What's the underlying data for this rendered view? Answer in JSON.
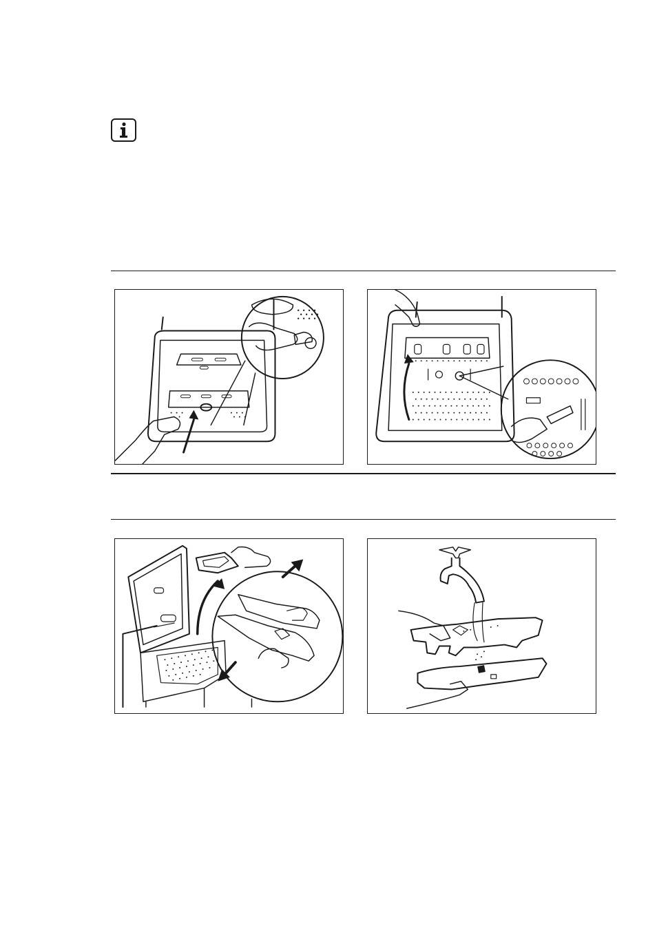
{
  "page": {
    "info_icon": "info-icon",
    "figures": [
      {
        "id": "fig-1",
        "description_icon": "clean-dispenser-brush-icon"
      },
      {
        "id": "fig-2",
        "description_icon": "clean-drum-recess-brush-icon"
      },
      {
        "id": "fig-3",
        "description_icon": "remove-dispenser-icon"
      },
      {
        "id": "fig-4",
        "description_icon": "rinse-dispenser-tap-icon"
      }
    ]
  },
  "colors": {
    "ink": "#1a1a1a",
    "paper": "#ffffff"
  }
}
